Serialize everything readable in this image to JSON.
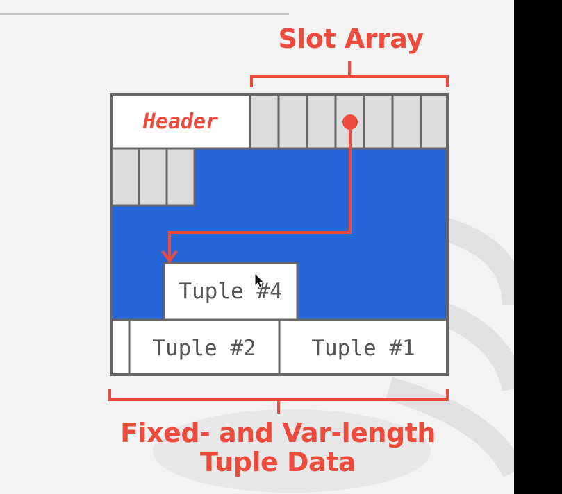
{
  "slot_array_title": "Slot Array",
  "header_label": "Header",
  "tuples": {
    "tuple4": "Tuple #4",
    "tuple2": "Tuple #2",
    "tuple1": "Tuple #1"
  },
  "bottom_title": {
    "line1": "Fixed- and Var-length",
    "line2": "Tuple Data"
  },
  "colors": {
    "accent_red": "#ef4b3c",
    "free_space_blue": "#2565d8",
    "slot_gray": "#dcdcdc",
    "border_gray": "#666666"
  }
}
